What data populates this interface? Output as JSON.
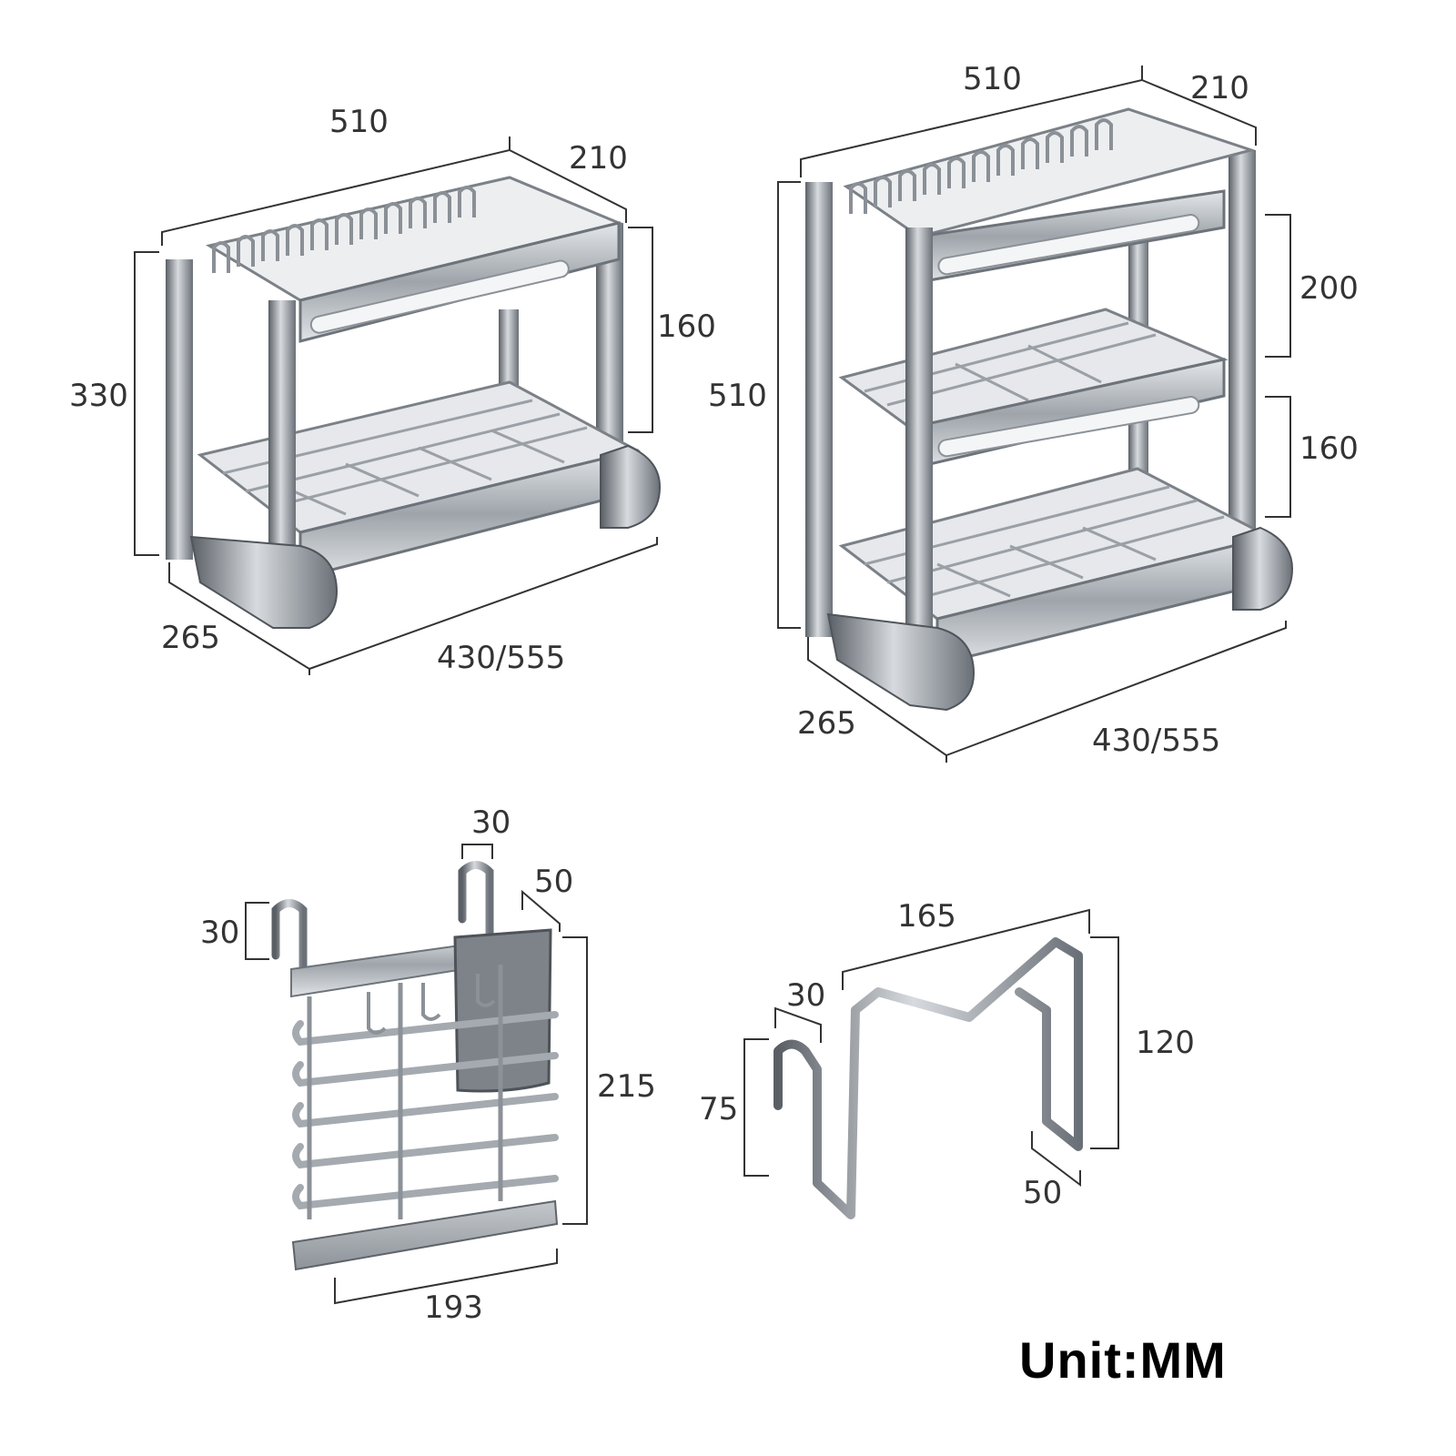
{
  "colors": {
    "metal_dark": "#555a60",
    "metal_mid": "#9aa0a6",
    "metal_light": "#d9dde1",
    "dim_line": "#333333"
  },
  "rack_2tier": {
    "width_top": "510",
    "depth_top": "210",
    "height_total": "330",
    "tier_gap": "160",
    "depth_bottom": "265",
    "width_bottom": "430/555"
  },
  "rack_3tier": {
    "width_top": "510",
    "depth_top": "210",
    "height_total": "510",
    "tier_gap_upper": "200",
    "tier_gap_lower": "160",
    "depth_bottom": "265",
    "width_bottom": "430/555"
  },
  "utensil_holder": {
    "hook_depth_top": "30",
    "cup_depth": "50",
    "hook_height_left": "30",
    "height": "215",
    "width": "193"
  },
  "board_holder": {
    "width": "165",
    "hook_depth": "30",
    "height_right": "120",
    "hook_height": "75",
    "foot_depth": "50"
  },
  "unit_label": "Unit:MM"
}
